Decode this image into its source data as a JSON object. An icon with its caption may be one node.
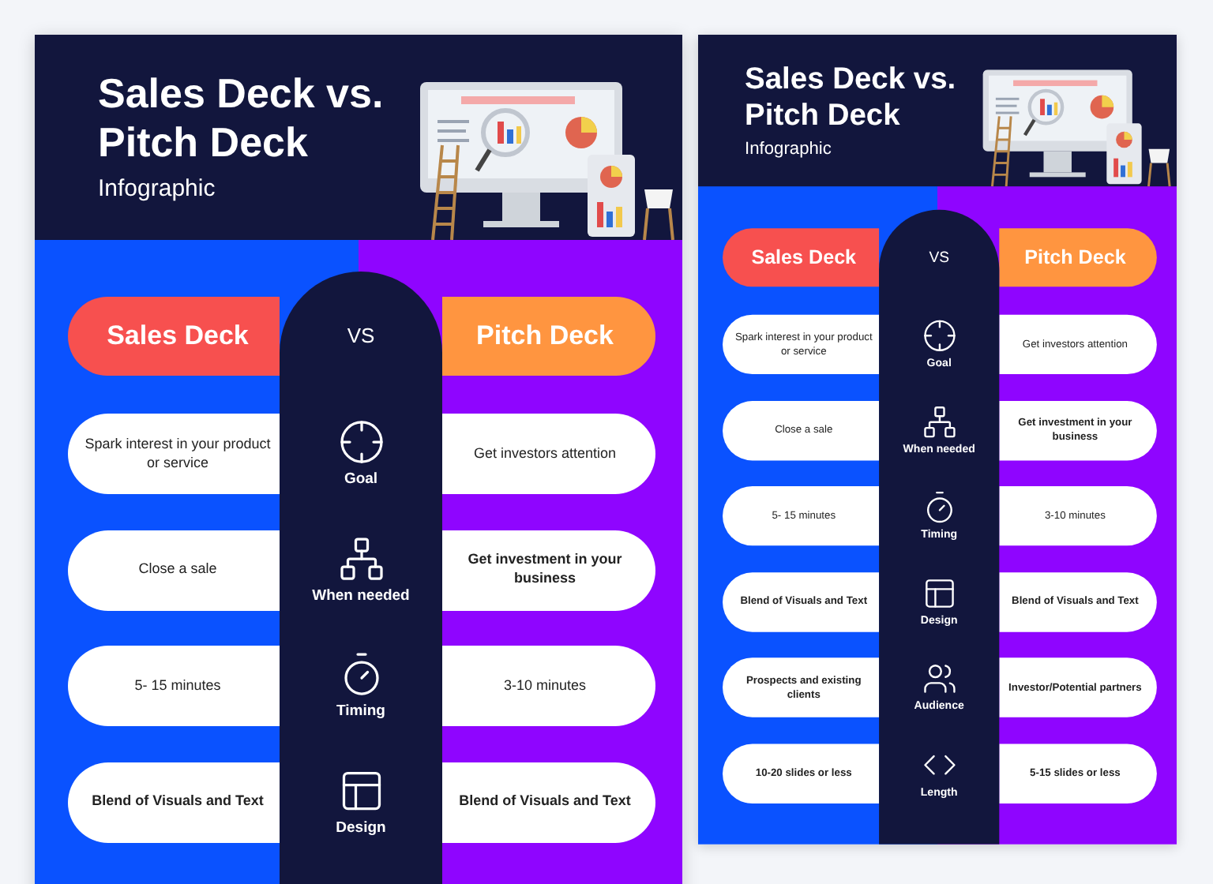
{
  "diagram": {
    "nodes": [
      {
        "text": [
          "Sales Deck vs. Pitch Deck",
          "Infographic"
        ]
      },
      {
        "text": [
          "Sales Deck"
        ],
        "in": 0
      },
      {
        "text": [
          "Pitch Deck"
        ],
        "in": 0
      },
      {
        "text": [
          "VS",
          "Goal",
          "When needed",
          "Timing",
          "Design"
        ],
        "in": 0
      },
      {
        "text": [
          "Spark interest in your product or service"
        ],
        "in": 0
      },
      {
        "text": [
          "Get investors attention"
        ],
        "in": 0
      },
      {
        "text": [
          "Close a sale"
        ],
        "in": 0
      },
      {
        "text": [
          "Get investment in your business"
        ],
        "in": 0
      },
      {
        "text": [
          "5- 15 minutes"
        ],
        "in": 0
      },
      {
        "text": [
          "3-10 minutes"
        ],
        "in": 0
      },
      {
        "text": [
          "Blend of Visuals and Text"
        ],
        "in": 0
      },
      {
        "text": [
          "Blend of Visuals and Text"
        ],
        "in": 0
      },
      {
        "text": [
          "Sales Deck vs. Pitch Deck",
          "Infographic"
        ]
      },
      {
        "text": [
          "Sales Deck"
        ],
        "in": 12
      },
      {
        "text": [
          "Pitch Deck"
        ],
        "in": 12
      },
      {
        "text": [
          "VS",
          "Goal",
          "When needed",
          "Timing",
          "Design",
          "Audience",
          "Length"
        ],
        "in": 12
      },
      {
        "text": [
          "Spark interest in your product or service"
        ],
        "in": 12
      },
      {
        "text": [
          "Get investors attention"
        ],
        "in": 12
      },
      {
        "text": [
          "Close a sale"
        ],
        "in": 12
      },
      {
        "text": [
          "Get investment in your business"
        ],
        "in": 12
      },
      {
        "text": [
          "5- 15 minutes"
        ],
        "in": 12
      },
      {
        "text": [
          "3-10 minutes"
        ],
        "in": 12
      },
      {
        "text": [
          "Blend of Visuals and Text"
        ],
        "in": 12
      },
      {
        "text": [
          "Blend of Visuals and Text"
        ],
        "in": 12
      },
      {
        "text": [
          "Prospects and existing clients"
        ],
        "in": 12
      },
      {
        "text": [
          "Investor/Potential partners"
        ],
        "in": 12
      },
      {
        "text": [
          "10-20 slides or less"
        ],
        "in": 12
      },
      {
        "text": [
          "5-15 slides or less"
        ],
        "in": 12
      }
    ]
  }
}
